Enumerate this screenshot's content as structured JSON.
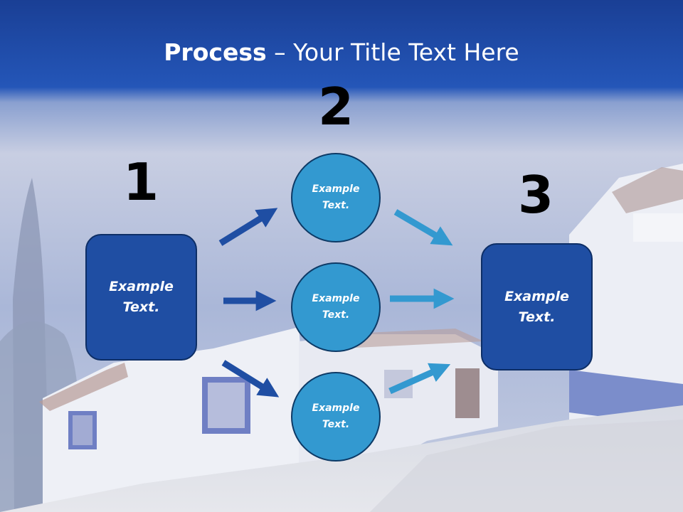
{
  "title": {
    "bold": "Process",
    "rest": " – Your Title Text Here"
  },
  "steps": {
    "n1": "1",
    "n2": "2",
    "n3": "3"
  },
  "left_box": {
    "text": "Example Text."
  },
  "right_box": {
    "text": "Example Text."
  },
  "circles": [
    {
      "text": "Example Text."
    },
    {
      "text": "Example Text."
    },
    {
      "text": "Example Text."
    }
  ],
  "colors": {
    "box_fill": "#1f4ea3",
    "circle_fill": "#3399d0",
    "arrow_dark": "#1f4ea3",
    "arrow_light": "#3399d0",
    "header": "#1e4fa8"
  }
}
